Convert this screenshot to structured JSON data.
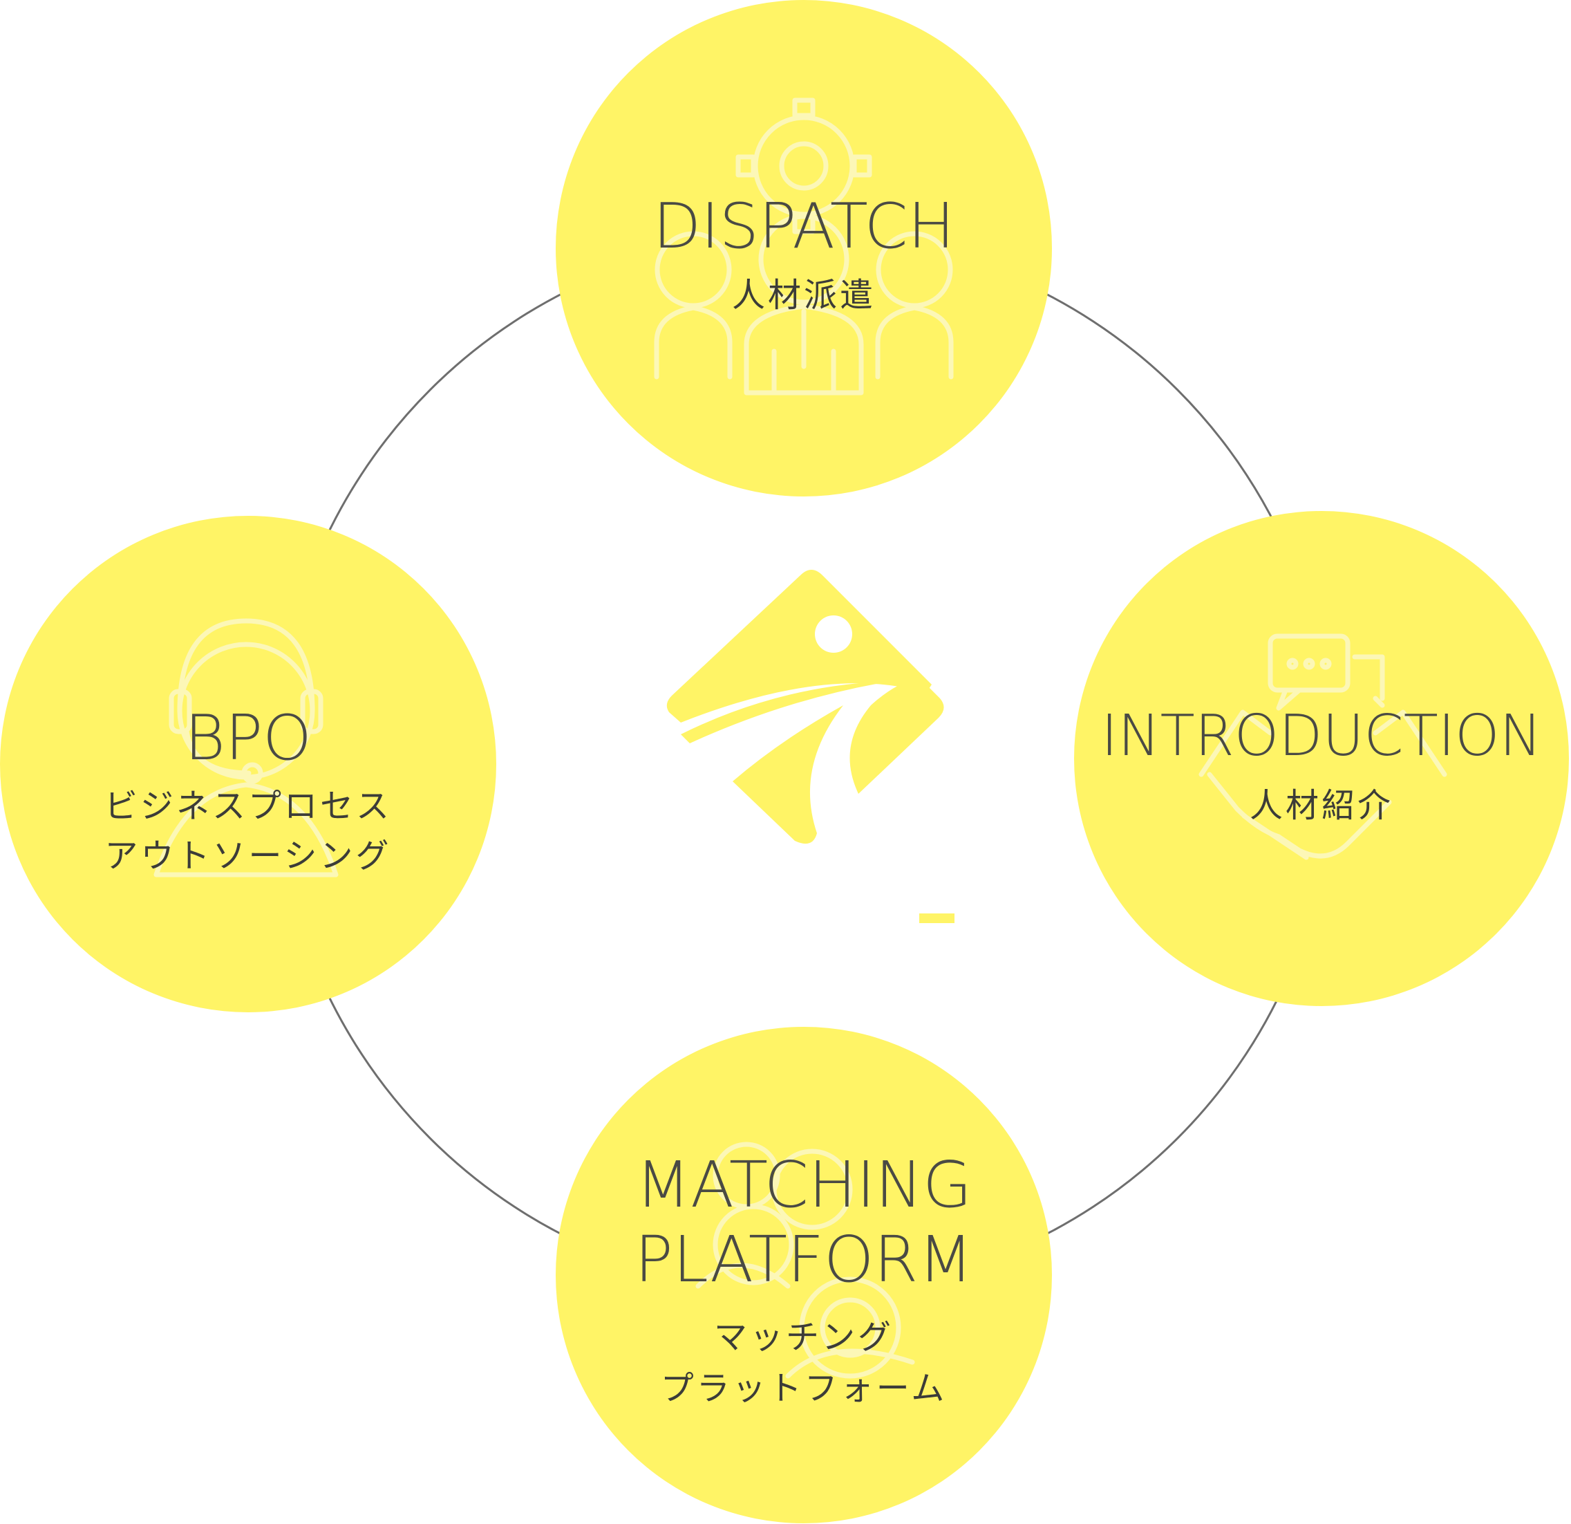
{
  "colors": {
    "circle_fill": "#fff466",
    "ring_stroke": "#6e6e6e",
    "logo_fill": "#fff466",
    "icon_line": "#fcf8c0"
  },
  "nodes": [
    {
      "id": "dispatch",
      "title_lines": [
        "DISPATCH"
      ],
      "subtitle_lines": [
        "人材派遣"
      ],
      "icon": "team-gear-icon"
    },
    {
      "id": "introduction",
      "title_lines": [
        "INTRODUCTION"
      ],
      "subtitle_lines": [
        "人材紹介"
      ],
      "icon": "handshake-chat-icon"
    },
    {
      "id": "bpo",
      "title_lines": [
        "BPO"
      ],
      "subtitle_lines": [
        "ビジネスプロセス",
        "アウトソーシング"
      ],
      "icon": "headset-operator-icon"
    },
    {
      "id": "matching",
      "title_lines": [
        "MATCHING",
        "PLATFORM"
      ],
      "subtitle_lines": [
        "マッチング",
        "プラットフォーム"
      ],
      "icon": "linked-people-icon"
    }
  ],
  "center_logo": {
    "icon": "company-logo-icon"
  }
}
